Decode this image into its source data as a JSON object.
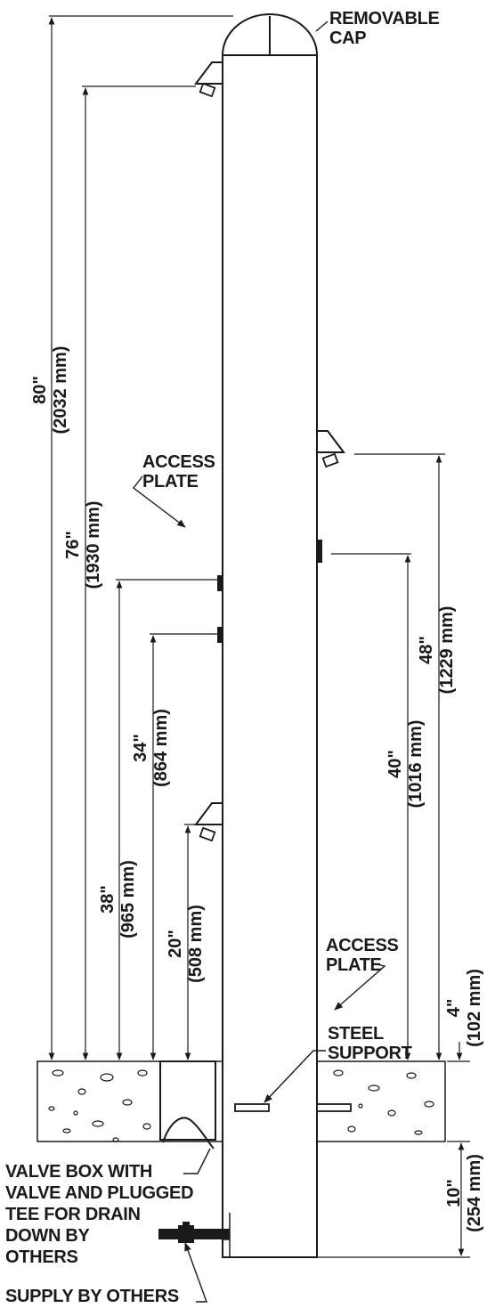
{
  "labels": {
    "removable_cap": [
      "REMOVABLE",
      "CAP"
    ],
    "access_plate_upper": [
      "ACCESS",
      "PLATE"
    ],
    "access_plate_lower": [
      "ACCESS",
      "PLATE"
    ],
    "steel_support": [
      "STEEL",
      "SUPPORT"
    ],
    "valve_box": [
      "VALVE BOX WITH",
      "VALVE AND PLUGGED",
      "TEE FOR DRAIN",
      "DOWN BY",
      "OTHERS"
    ],
    "supply": "SUPPLY BY OTHERS"
  },
  "dimensions": {
    "d80": [
      "80\"",
      "(2032 mm)"
    ],
    "d76": [
      "76\"",
      "(1930 mm)"
    ],
    "d38": [
      "38\"",
      "(965 mm)"
    ],
    "d34": [
      "34\"",
      "(864 mm)"
    ],
    "d20": [
      "20\"",
      "(508 mm)"
    ],
    "d40": [
      "40\"",
      "(1016 mm)"
    ],
    "d48": [
      "48\"",
      "(1229 mm)"
    ],
    "d4": [
      "4\"",
      "(102 mm)"
    ],
    "d10": [
      "10\"",
      "(254 mm)"
    ]
  }
}
